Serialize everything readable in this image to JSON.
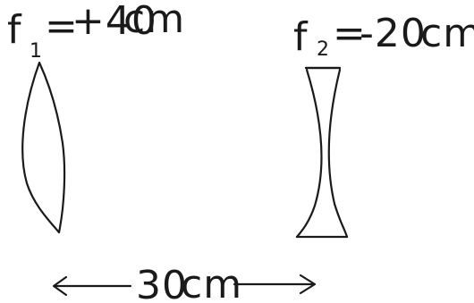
{
  "lens1": {
    "symbol": "f",
    "subscript": "1",
    "equals": "=",
    "value": "+40",
    "unit": "cm"
  },
  "lens2": {
    "symbol": "f",
    "subscript": "2",
    "equals": "=",
    "value": "-20",
    "unit": "cm"
  },
  "separation": {
    "value": "30",
    "unit": "cm"
  }
}
